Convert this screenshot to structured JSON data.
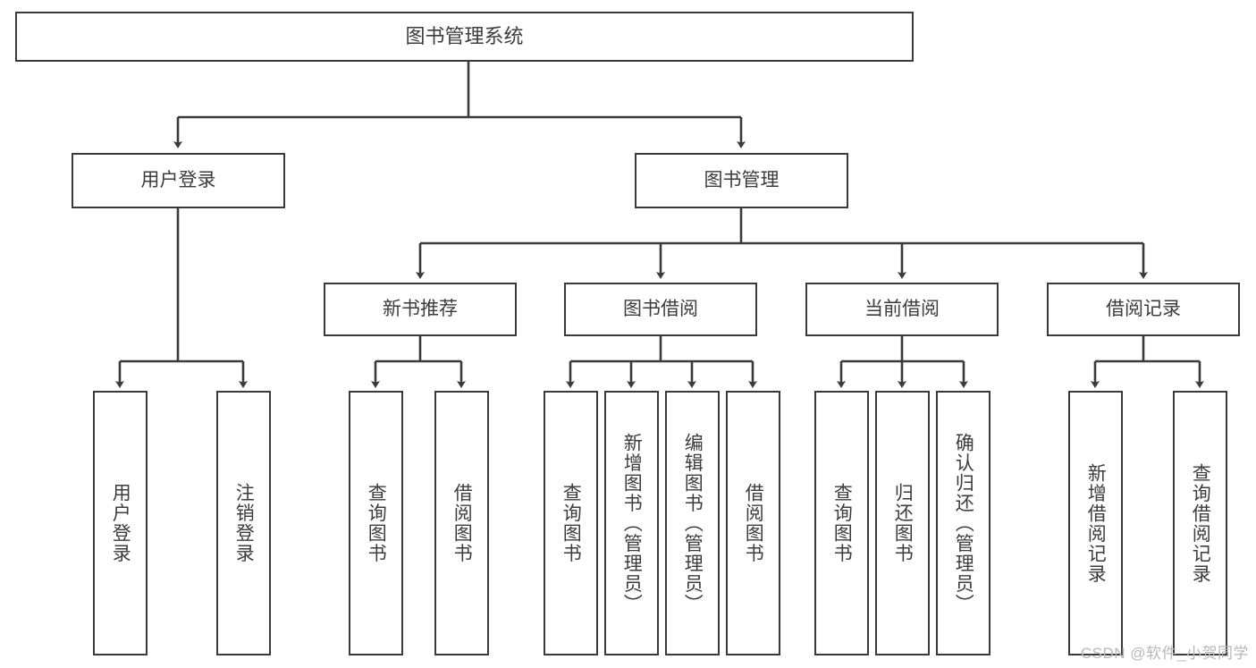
{
  "diagram": {
    "title": "图书管理系统",
    "type": "tree-hierarchy",
    "watermark": "CSDN @软件_小贺同学",
    "colors": {
      "border": "#3a3a3a",
      "text": "#3c3c3c",
      "background": "#ffffff",
      "watermark": "#b8b8b8"
    },
    "nodes": {
      "root": {
        "label": "图书管理系统"
      },
      "level2": [
        {
          "label": "用户登录"
        },
        {
          "label": "图书管理"
        }
      ],
      "level3": [
        {
          "label": "新书推荐"
        },
        {
          "label": "图书借阅"
        },
        {
          "label": "当前借阅"
        },
        {
          "label": "借阅记录"
        }
      ],
      "leaves": [
        {
          "label": "用户登录",
          "parent": "用户登录"
        },
        {
          "label": "注销登录",
          "parent": "用户登录"
        },
        {
          "label": "查询图书",
          "parent": "新书推荐"
        },
        {
          "label": "借阅图书",
          "parent": "新书推荐"
        },
        {
          "label": "查询图书",
          "parent": "图书借阅"
        },
        {
          "label": "新增图书（管理员）",
          "parent": "图书借阅"
        },
        {
          "label": "编辑图书（管理员）",
          "parent": "图书借阅"
        },
        {
          "label": "借阅图书",
          "parent": "图书借阅"
        },
        {
          "label": "查询图书",
          "parent": "当前借阅"
        },
        {
          "label": "归还图书",
          "parent": "当前借阅"
        },
        {
          "label": "确认归还（管理员）",
          "parent": "当前借阅"
        },
        {
          "label": "新增借阅记录",
          "parent": "借阅记录"
        },
        {
          "label": "查询借阅记录",
          "parent": "借阅记录"
        }
      ]
    }
  }
}
